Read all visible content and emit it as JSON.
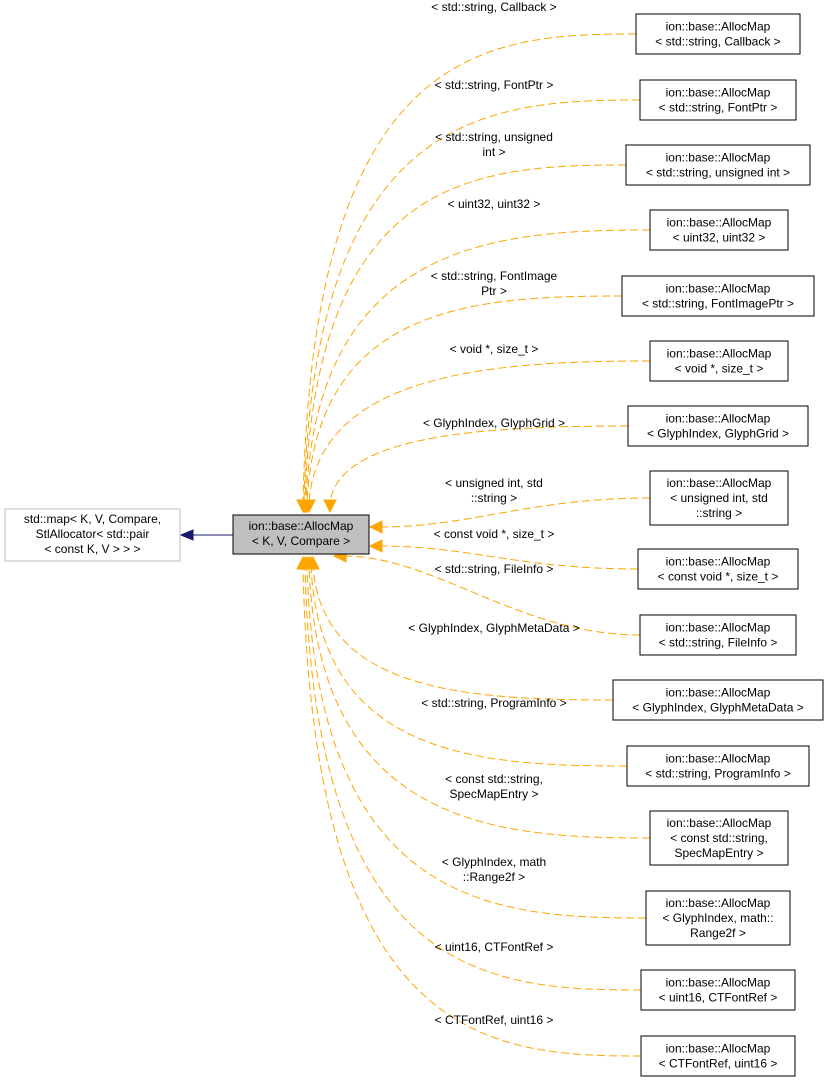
{
  "base": {
    "lines": [
      "std::map< K, V, Compare,",
      "StlAllocator< std::pair",
      "< const K, V > > >"
    ]
  },
  "center": {
    "lines": [
      "ion::base::AllocMap",
      "< K, V, Compare >"
    ]
  },
  "colors": {
    "edge": "#ffa500",
    "inheritance": "#191970",
    "center_fill": "#bfbfbf",
    "base_border": "#bfbfbf"
  },
  "specializations": [
    {
      "node": [
        "ion::base::AllocMap",
        "< std::string, Callback >"
      ],
      "label": [
        "< std::string, Callback >"
      ]
    },
    {
      "node": [
        "ion::base::AllocMap",
        "< std::string, FontPtr >"
      ],
      "label": [
        "< std::string, FontPtr >"
      ]
    },
    {
      "node": [
        "ion::base::AllocMap",
        "< std::string, unsigned int >"
      ],
      "label": [
        "< std::string, unsigned",
        "int >"
      ]
    },
    {
      "node": [
        "ion::base::AllocMap",
        "< uint32, uint32 >"
      ],
      "label": [
        "< uint32, uint32 >"
      ]
    },
    {
      "node": [
        "ion::base::AllocMap",
        "< std::string, FontImagePtr >"
      ],
      "label": [
        "< std::string, FontImage",
        "Ptr >"
      ]
    },
    {
      "node": [
        "ion::base::AllocMap",
        "< void *, size_t >"
      ],
      "label": [
        "< void *, size_t >"
      ]
    },
    {
      "node": [
        "ion::base::AllocMap",
        "< GlyphIndex, GlyphGrid >"
      ],
      "label": [
        "< GlyphIndex, GlyphGrid >"
      ]
    },
    {
      "node": [
        "ion::base::AllocMap",
        "< unsigned int, std",
        "::string >"
      ],
      "label": [
        "< unsigned int, std",
        "::string >"
      ]
    },
    {
      "node": [
        "ion::base::AllocMap",
        "< const void *, size_t >"
      ],
      "label": [
        "< const void *, size_t >"
      ]
    },
    {
      "node": [
        "ion::base::AllocMap",
        "< std::string, FileInfo >"
      ],
      "label": [
        "< std::string, FileInfo >"
      ]
    },
    {
      "node": [
        "ion::base::AllocMap",
        "< GlyphIndex, GlyphMetaData >"
      ],
      "label": [
        "< GlyphIndex, GlyphMetaData >"
      ]
    },
    {
      "node": [
        "ion::base::AllocMap",
        "< std::string, ProgramInfo >"
      ],
      "label": [
        "< std::string, ProgramInfo >"
      ]
    },
    {
      "node": [
        "ion::base::AllocMap",
        "< const std::string,",
        "SpecMapEntry >"
      ],
      "label": [
        "< const std::string,",
        "SpecMapEntry >"
      ]
    },
    {
      "node": [
        "ion::base::AllocMap",
        "< GlyphIndex, math::",
        "Range2f >"
      ],
      "label": [
        "< GlyphIndex, math",
        "::Range2f >"
      ]
    },
    {
      "node": [
        "ion::base::AllocMap",
        "< uint16, CTFontRef >"
      ],
      "label": [
        "< uint16, CTFontRef >"
      ]
    },
    {
      "node": [
        "ion::base::AllocMap",
        "< CTFontRef, uint16 >"
      ],
      "label": [
        "< CTFontRef, uint16 >"
      ]
    }
  ]
}
